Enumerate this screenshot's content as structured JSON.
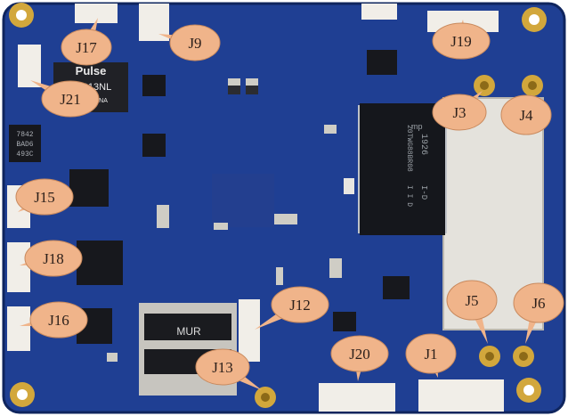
{
  "board": {
    "colors": {
      "pcb": "#1f3f93",
      "pcb_dark": "#142c6e",
      "gold": "#d2a73c",
      "connector": "#f1eee8",
      "callout": "#f0b48a",
      "callout_text": "#2b1f1a"
    }
  },
  "callouts": [
    {
      "id": "J17",
      "label": "J17"
    },
    {
      "id": "J9",
      "label": "J9"
    },
    {
      "id": "J19",
      "label": "J19"
    },
    {
      "id": "J21",
      "label": "J21"
    },
    {
      "id": "J3",
      "label": "J3"
    },
    {
      "id": "J4",
      "label": "J4"
    },
    {
      "id": "J15",
      "label": "J15"
    },
    {
      "id": "J18",
      "label": "J18"
    },
    {
      "id": "J16",
      "label": "J16"
    },
    {
      "id": "J12",
      "label": "J12"
    },
    {
      "id": "J5",
      "label": "J5"
    },
    {
      "id": "J6",
      "label": "J6"
    },
    {
      "id": "J13",
      "label": "J13"
    },
    {
      "id": "J20",
      "label": "J20"
    },
    {
      "id": "J1",
      "label": "J1"
    }
  ],
  "silkscreen": {
    "pulse_logo": "Pulse",
    "pulse_part": "H0013NL",
    "pulse_origin": "CHINA",
    "chip_top": "1926",
    "chip_mid": "20TWG88BR08",
    "chip_marking_1": "I-D",
    "chip_marking_2": "I I D",
    "chip_side": "7842",
    "chip_side_2": "BAD6",
    "chip_side_3": "493C",
    "sd_brand": "MUR",
    "mp_mark": "mp"
  }
}
